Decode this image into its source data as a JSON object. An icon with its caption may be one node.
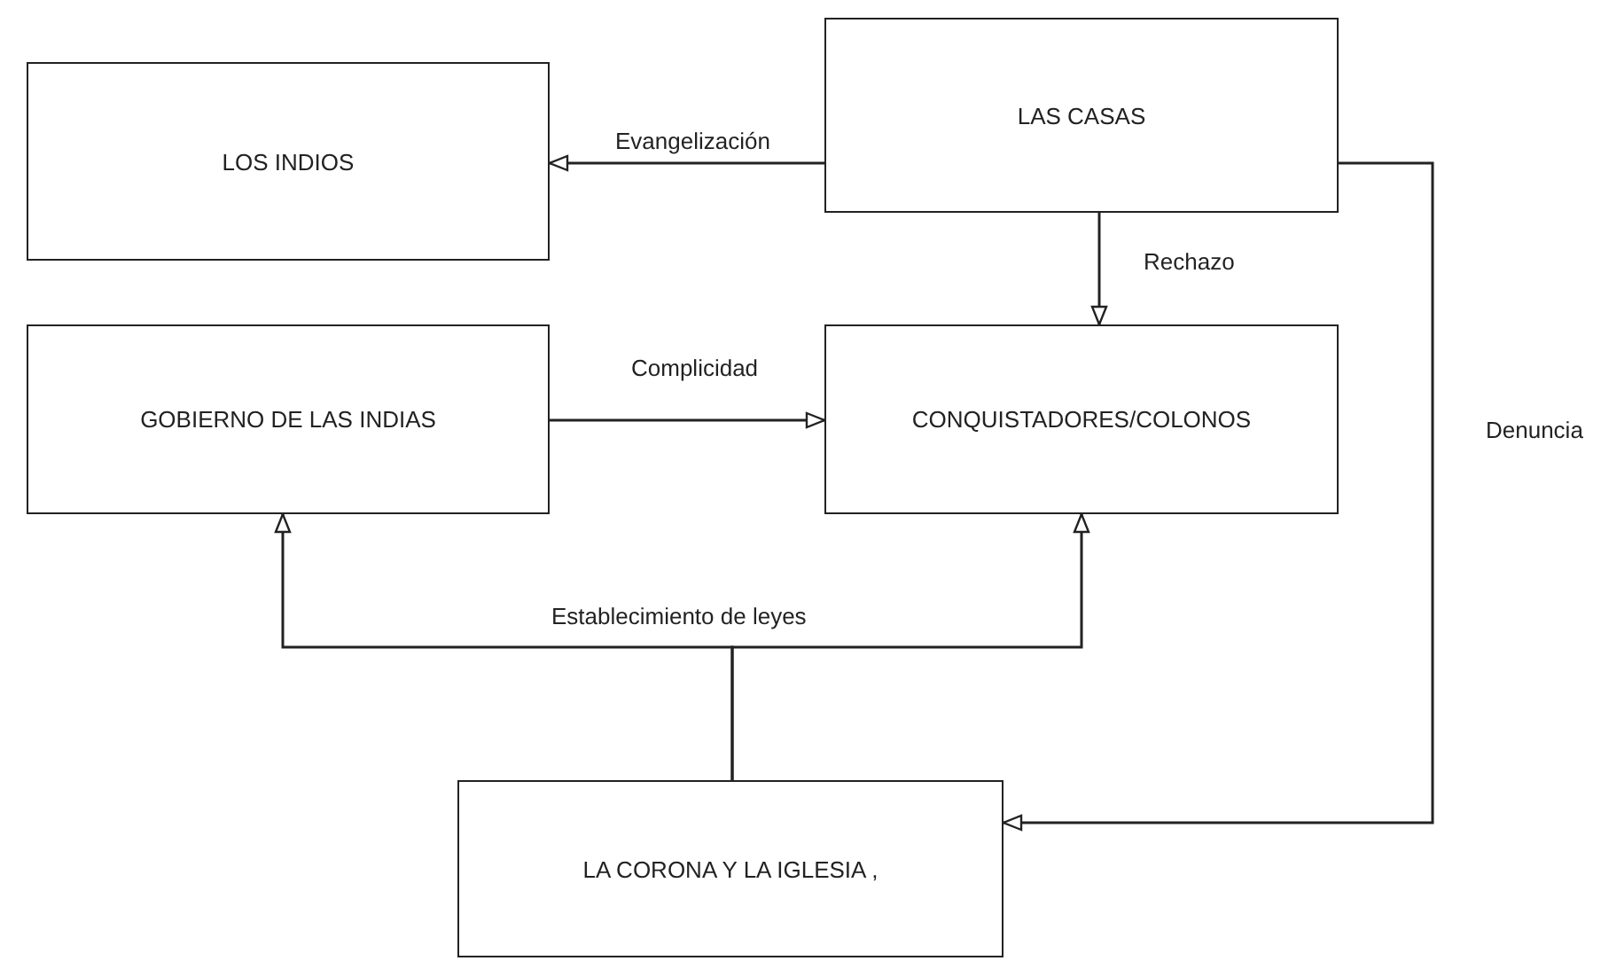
{
  "diagram": {
    "nodes": [
      {
        "text": [
          "LOS INDIOS"
        ]
      },
      {
        "text": [
          "LAS CASAS"
        ]
      },
      {
        "text": [
          "GOBIERNO DE LAS INDIAS"
        ]
      },
      {
        "text": [
          "CONQUISTADORES/COLONOS"
        ]
      },
      {
        "text": [
          "LA CORONA Y LA IGLESIA ,"
        ]
      }
    ],
    "edges": [
      {
        "from": 1,
        "to": 0,
        "arrow": "to",
        "label": "Evangelización"
      },
      {
        "from": 1,
        "to": 3,
        "arrow": "to",
        "label": "Rechazo"
      },
      {
        "from": 2,
        "to": 3,
        "arrow": "to",
        "label": "Complicidad"
      },
      {
        "from": 4,
        "to": 2,
        "arrow": "to",
        "label": "Establecimiento de leyes"
      },
      {
        "from": 4,
        "to": 3,
        "arrow": "to"
      },
      {
        "from": 1,
        "to": 4,
        "arrow": "to",
        "label": "Denuncia"
      }
    ]
  }
}
